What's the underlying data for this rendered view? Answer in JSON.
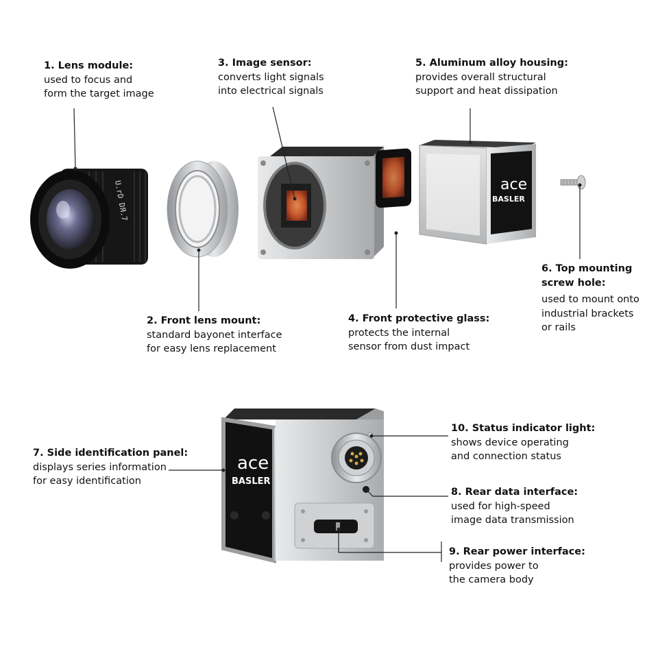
{
  "labels": [
    {
      "title": "1. Lens module:",
      "desc": [
        "used to focus and",
        "form the target image"
      ]
    },
    {
      "title": "2. Front lens mount:",
      "desc": [
        "standard bayonet interface",
        "for easy lens replacement"
      ]
    },
    {
      "title": "3. Image sensor:",
      "desc": [
        "converts light signals",
        "into electrical signals"
      ]
    },
    {
      "title": "4. Front protective glass:",
      "desc": [
        "protects the internal",
        "sensor from dust impact"
      ]
    },
    {
      "title": "5. Aluminum alloy housing:",
      "desc": [
        "provides overall structural",
        "support and heat dissipation"
      ]
    },
    {
      "title": [
        "6. Top mounting",
        "screw hole:"
      ],
      "desc": [
        "used to mount onto",
        "industrial brackets",
        "or rails"
      ]
    },
    {
      "title": "7. Side identification panel:",
      "desc": [
        "displays series information",
        "for easy identification"
      ]
    },
    {
      "title": "8. Rear data interface:",
      "desc": [
        "used for high-speed",
        "image data transmission"
      ]
    },
    {
      "title": "9. Rear power interface:",
      "desc": [
        "provides power to",
        "the camera body"
      ]
    },
    {
      "title": "10. Status indicator light:",
      "desc": [
        "shows device operating",
        "and connection status"
      ]
    }
  ],
  "brand": {
    "series": "ace",
    "maker": "BASLER",
    "accent": "#c8102e",
    "housing_color": "#d0d2d4",
    "panel_color": "#141414"
  },
  "lens_markings": "U.rD  DЯ.7"
}
